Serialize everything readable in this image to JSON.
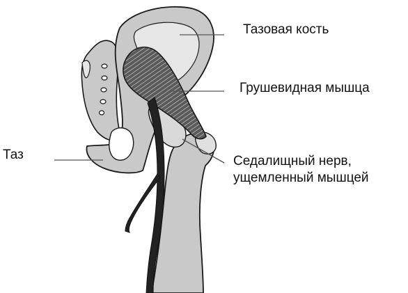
{
  "labels": {
    "pelvic_bone": "Тазовая кость",
    "piriformis": "Грушевидная мышца",
    "pelvis": "Таз",
    "sciatic_nerve_line1": "Седалищный нерв,",
    "sciatic_nerve_line2": "ущемленный мышцей"
  },
  "colors": {
    "bone_fill": "#c9c9c9",
    "bone_light": "#e6e6e6",
    "muscle_fill": "#5a5a5a",
    "nerve_fill": "#222222",
    "outline": "#1a1a1a",
    "leader_line": "#555555"
  }
}
